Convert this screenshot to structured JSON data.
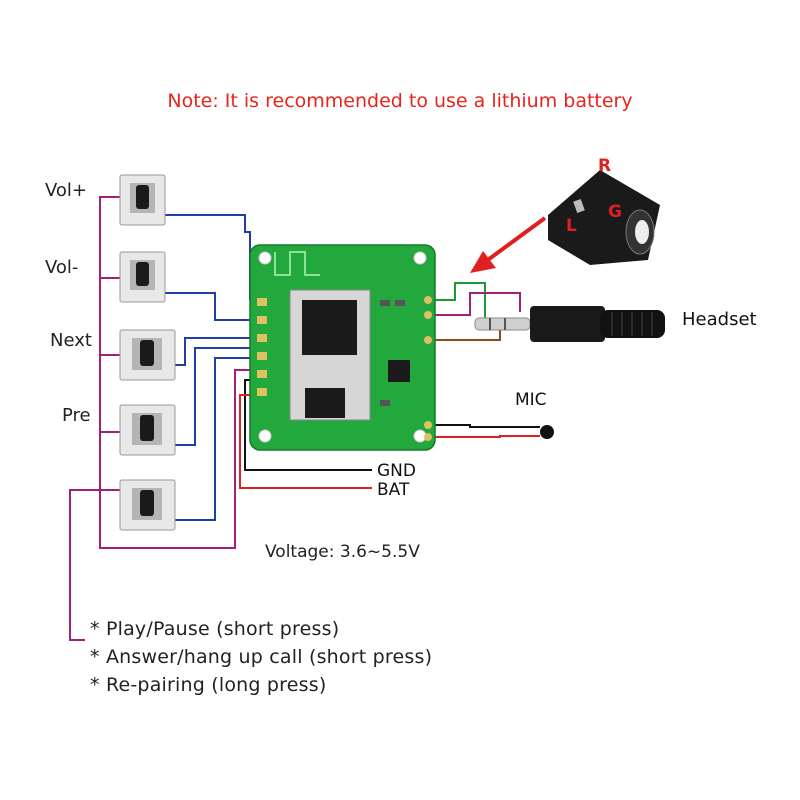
{
  "note": "Note: It is recommended to use a lithium battery",
  "buttons": [
    {
      "label": "Vol+"
    },
    {
      "label": "Vol-"
    },
    {
      "label": "Next"
    },
    {
      "label": "Pre"
    },
    {
      "label": ""
    }
  ],
  "connectors": {
    "headset": "Headset",
    "mic": "MIC",
    "gnd": "GND",
    "bat": "BAT"
  },
  "jack_pins": {
    "r": "R",
    "g": "G",
    "l": "L"
  },
  "voltage": "Voltage: 3.6~5.5V",
  "multi_function_notes": [
    "* Play/Pause (short press)",
    "* Answer/hang up call (short press)",
    "* Re-pairing (long press)"
  ],
  "colors": {
    "note": "#e8241c",
    "pcb": "#23a83d",
    "wire_blue": "#1f3fa8",
    "wire_purple": "#a0207a",
    "wire_green": "#1a9a30",
    "wire_brown": "#8a4a1a",
    "wire_red": "#e02020",
    "wire_black": "#111111"
  }
}
